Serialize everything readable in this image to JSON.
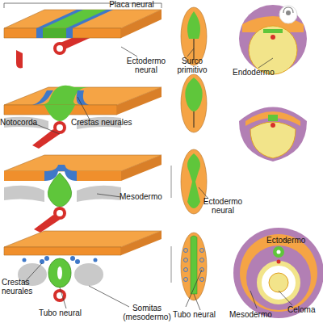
{
  "diagram": {
    "labels": [
      "Placa neural",
      "Ectodermo neural",
      "Surco primitivo",
      "Endodermo",
      "Notocorda",
      "Crestas neurales",
      "Mesodermo",
      "Ectodermo neural",
      "Ectodermo",
      "Crestas neurales",
      "Tubo neural",
      "Somitas (mesodermo)",
      "Tubo neural",
      "Mesodermo",
      "Celoma"
    ]
  }
}
